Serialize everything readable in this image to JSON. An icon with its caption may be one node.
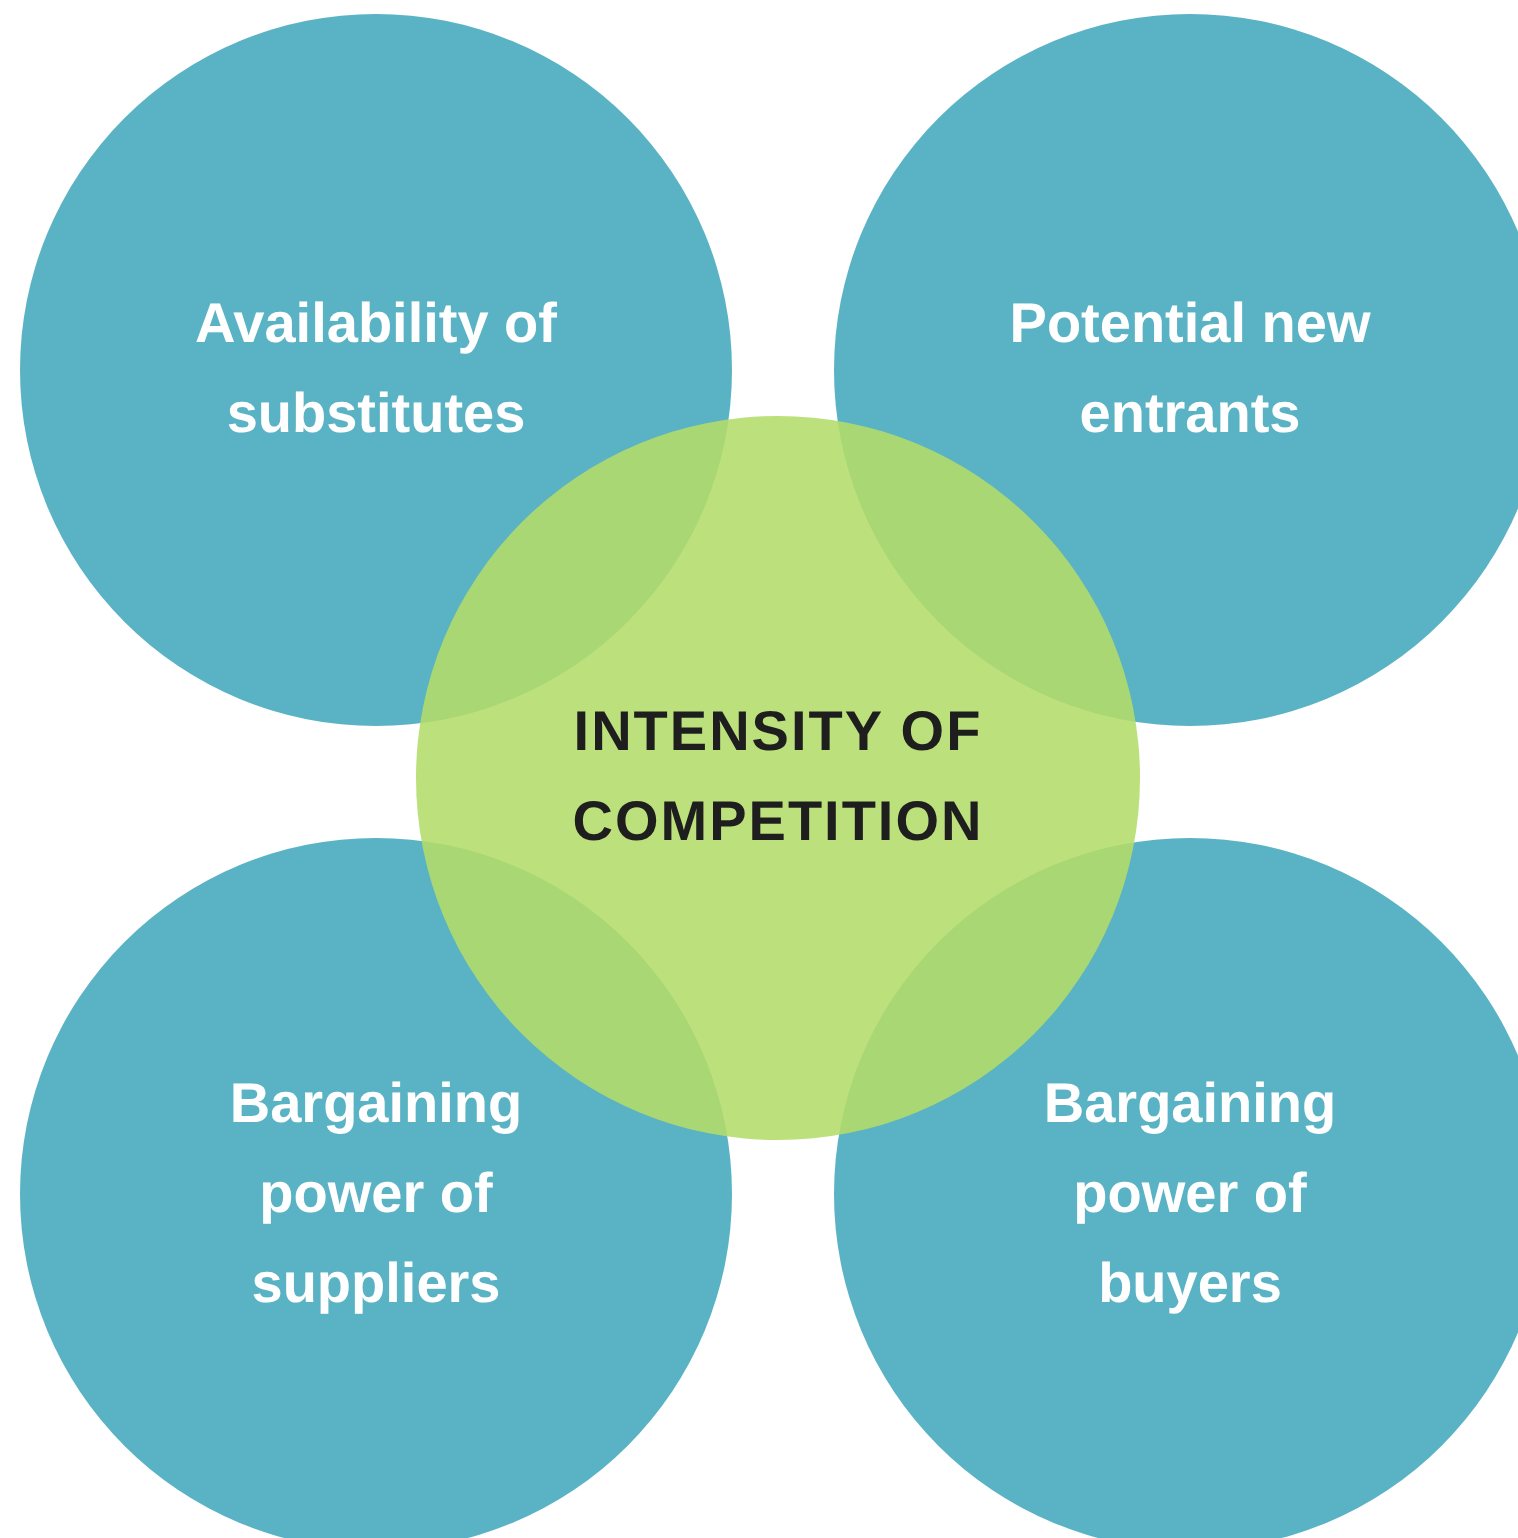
{
  "diagram": {
    "nodes": [
      {
        "text": [
          "Availability of substitutes"
        ]
      },
      {
        "text": [
          "Potential new entrants"
        ]
      },
      {
        "text": [
          "INTENSITY OF COMPETITION"
        ]
      },
      {
        "text": [
          "Bargaining power of suppliers"
        ]
      },
      {
        "text": [
          "Bargaining power of buyers"
        ]
      }
    ]
  }
}
